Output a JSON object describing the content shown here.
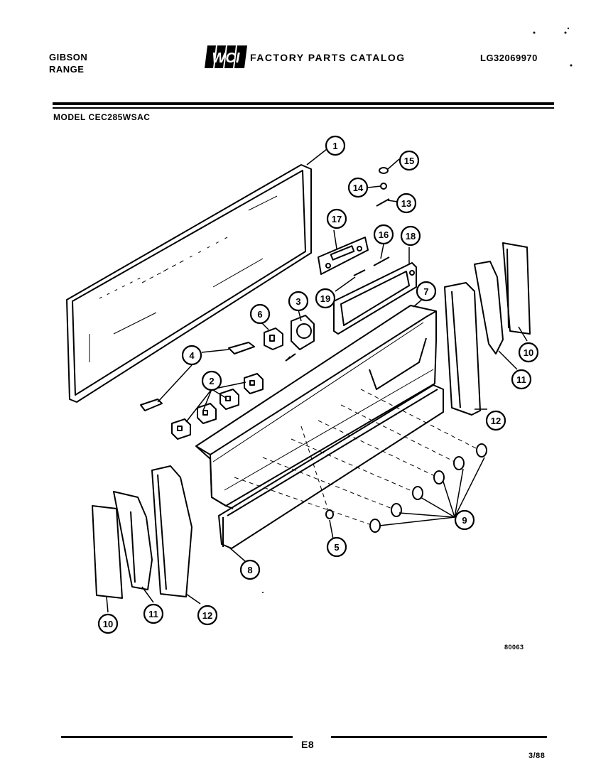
{
  "header": {
    "brand_line1": "GIBSON",
    "brand_line2": "RANGE",
    "logo_text": "WCI",
    "catalog_title": "FACTORY PARTS CATALOG",
    "catalog_number": "LG32069970"
  },
  "model_label": "MODEL CEC285WSAC",
  "drawing_code": "80063",
  "page_code": "E8",
  "date": "3/88",
  "callouts": [
    "1",
    "2",
    "3",
    "4",
    "5",
    "6",
    "7",
    "8",
    "9",
    "10",
    "10",
    "11",
    "11",
    "12",
    "12",
    "13",
    "14",
    "15",
    "16",
    "17",
    "18",
    "19"
  ]
}
